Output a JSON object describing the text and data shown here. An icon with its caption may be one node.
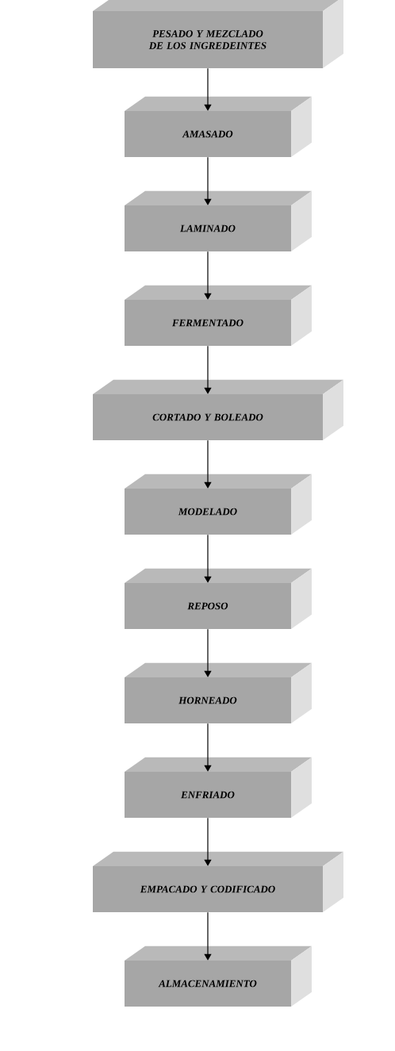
{
  "diagram": {
    "nodes": [
      {
        "text": [
          "PESADO Y MEZCLADO  DE LOS INGREDEINTES"
        ]
      },
      {
        "text": [
          "AMASADO"
        ]
      },
      {
        "text": [
          "LAMINADO"
        ]
      },
      {
        "text": [
          "FERMENTADO"
        ]
      },
      {
        "text": [
          "CORTADO Y BOLEADO"
        ]
      },
      {
        "text": [
          "MODELADO"
        ]
      },
      {
        "text": [
          "REPOSO"
        ]
      },
      {
        "text": [
          "HORNEADO"
        ]
      },
      {
        "text": [
          "ENFRIADO"
        ]
      },
      {
        "text": [
          "EMPACADO Y CODIFICADO"
        ]
      },
      {
        "text": [
          "ALMACENAMIENTO"
        ]
      }
    ],
    "edges": [
      {
        "from": 0,
        "to": 1,
        "arrow": "to"
      },
      {
        "from": 1,
        "to": 2,
        "arrow": "to"
      },
      {
        "from": 2,
        "to": 3,
        "arrow": "to"
      },
      {
        "from": 3,
        "to": 4,
        "arrow": "to"
      },
      {
        "from": 4,
        "to": 5,
        "arrow": "to"
      },
      {
        "from": 5,
        "to": 6,
        "arrow": "to"
      },
      {
        "from": 6,
        "to": 7,
        "arrow": "to"
      },
      {
        "from": 7,
        "to": 8,
        "arrow": "to"
      },
      {
        "from": 8,
        "to": 9,
        "arrow": "to"
      },
      {
        "from": 9,
        "to": 10,
        "arrow": "to"
      }
    ]
  }
}
